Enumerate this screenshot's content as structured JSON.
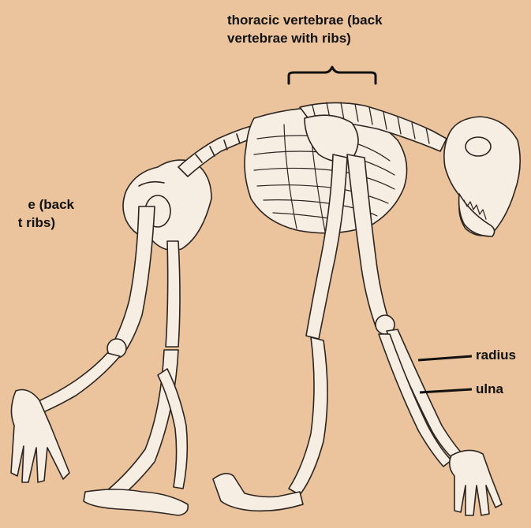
{
  "colors": {
    "background": "#EBC39C",
    "bone_fill": "#F7EEE3",
    "line": "#2B2420"
  },
  "labels": {
    "thoracic_line1": "thoracic vertebrae (back",
    "thoracic_line2": "vertebrae with ribs)",
    "lumbar_line1": "e (back",
    "lumbar_line2": "t ribs)",
    "radius": "radius",
    "ulna": "ulna"
  }
}
